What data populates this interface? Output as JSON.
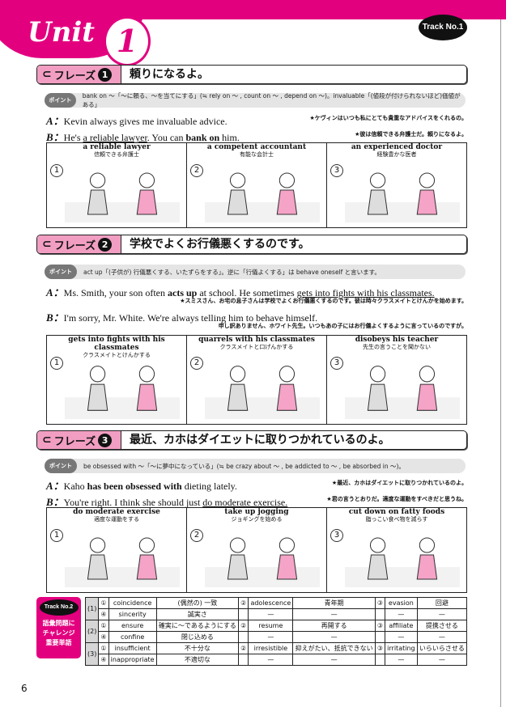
{
  "header": {
    "unit_word": "Unit",
    "unit_number": "1",
    "track": "Track No.1"
  },
  "phrase_label": "フレーズ",
  "point_label": "ポイント",
  "phrases": [
    {
      "num": "1",
      "title": "頼りになるよ。",
      "point": "bank on ～「～に頼る、～を当てにする」(≒ rely on ～ , count on ～ , depend on ～)。invaluable「(値段が付けられないほど)価値がある」",
      "a_speaker": "A：",
      "a_pre": "Kevin always gives me invaluable advice.",
      "a_jp": "★ケヴィンはいつも私にとても貴重なアドバイスをくれるの。",
      "b_speaker": "B：",
      "b_pre": "He's ",
      "b_u": "a reliable lawyer",
      "b_mid": ". You can ",
      "b_bold": "bank on",
      "b_post": " him.",
      "b_jp": "★彼は信頼できる弁護士だ。頼りになるよ。",
      "pics": [
        {
          "n": "1",
          "en": "a reliable lawyer",
          "jp": "信頼できる弁護士"
        },
        {
          "n": "2",
          "en": "a competent accountant",
          "jp": "有能な会計士"
        },
        {
          "n": "3",
          "en": "an experienced doctor",
          "jp": "経験豊かな医者"
        }
      ]
    },
    {
      "num": "2",
      "title": "学校でよくお行儀悪くするのです。",
      "point": "act up「(子供が) 行儀悪くする、いたずらをする」。逆に「行儀よくする」は behave oneself と言います。",
      "a_speaker": "A：",
      "a_pre": "Ms. Smith, your son often ",
      "a_bold": "acts up",
      "a_mid": " at school. He sometimes ",
      "a_u": "gets into fights with his classmates.",
      "a_jp": "★スミスさん、お宅の息子さんは学校でよくお行儀悪くするのです。彼は時々クラスメイトとけんかを始めます。",
      "b_speaker": "B：",
      "b_pre": "I'm sorry, Mr. White. We're always telling him to behave himself.",
      "b_jp": "申し訳ありません、ホワイト先生。いつもあの子にはお行儀よくするように言っているのですが。",
      "pics": [
        {
          "n": "1",
          "en": "gets into fights with his classmates",
          "jp": "クラスメイトとけんかする"
        },
        {
          "n": "2",
          "en": "quarrels with his classmates",
          "jp": "クラスメイトと口げんかする"
        },
        {
          "n": "3",
          "en": "disobeys his teacher",
          "jp": "先生の言うことを聞かない"
        }
      ]
    },
    {
      "num": "3",
      "title": "最近、カホはダイエットに取りつかれているのよ。",
      "point": "be obsessed with ～「～に夢中になっている」(≒ be crazy about ～ , be addicted to ～ , be absorbed in ～)。",
      "a_speaker": "A：",
      "a_pre": "Kaho ",
      "a_bold": "has been obsessed with",
      "a_post": " dieting lately.",
      "a_jp": "★最近、カホはダイエットに取りつかれているのよ。",
      "b_speaker": "B：",
      "b_pre": "You're right. I think she should just ",
      "b_u": "do moderate exercise.",
      "b_jp": "★君の言うとおりだ。適度な運動をすべきだと思うね。",
      "pics": [
        {
          "n": "1",
          "en": "do moderate exercise",
          "jp": "適度な運動をする"
        },
        {
          "n": "2",
          "en": "take up jogging",
          "jp": "ジョギングを始める"
        },
        {
          "n": "3",
          "en": "cut down on fatty foods",
          "jp": "脂っこい食べ物を減らす"
        }
      ]
    }
  ],
  "track2": {
    "label": "Track No.2",
    "l1": "語彙問題に",
    "l2": "チャレンジ",
    "l3": "重要単語"
  },
  "vocab": [
    {
      "group": "(1)",
      "rows": [
        [
          "①",
          "coincidence",
          "(偶然の) 一致",
          "②",
          "adolescence",
          "青年期",
          "③",
          "evasion",
          "回避"
        ],
        [
          "④",
          "sincerity",
          "誠実さ",
          "",
          "—",
          "—",
          "",
          "—",
          "—"
        ]
      ]
    },
    {
      "group": "(2)",
      "rows": [
        [
          "①",
          "ensure",
          "確実に～であるようにする",
          "②",
          "resume",
          "再開する",
          "③",
          "affiliate",
          "提携させる"
        ],
        [
          "④",
          "confine",
          "閉じ込める",
          "",
          "—",
          "—",
          "",
          "—",
          "—"
        ]
      ]
    },
    {
      "group": "(3)",
      "rows": [
        [
          "①",
          "insufficient",
          "不十分な",
          "②",
          "irresistible",
          "抑えがたい、抵抗できない",
          "③",
          "irritating",
          "いらいらさせる"
        ],
        [
          "④",
          "inappropriate",
          "不適切な",
          "",
          "—",
          "—",
          "",
          "—",
          "—"
        ]
      ]
    }
  ],
  "page_number": "6"
}
